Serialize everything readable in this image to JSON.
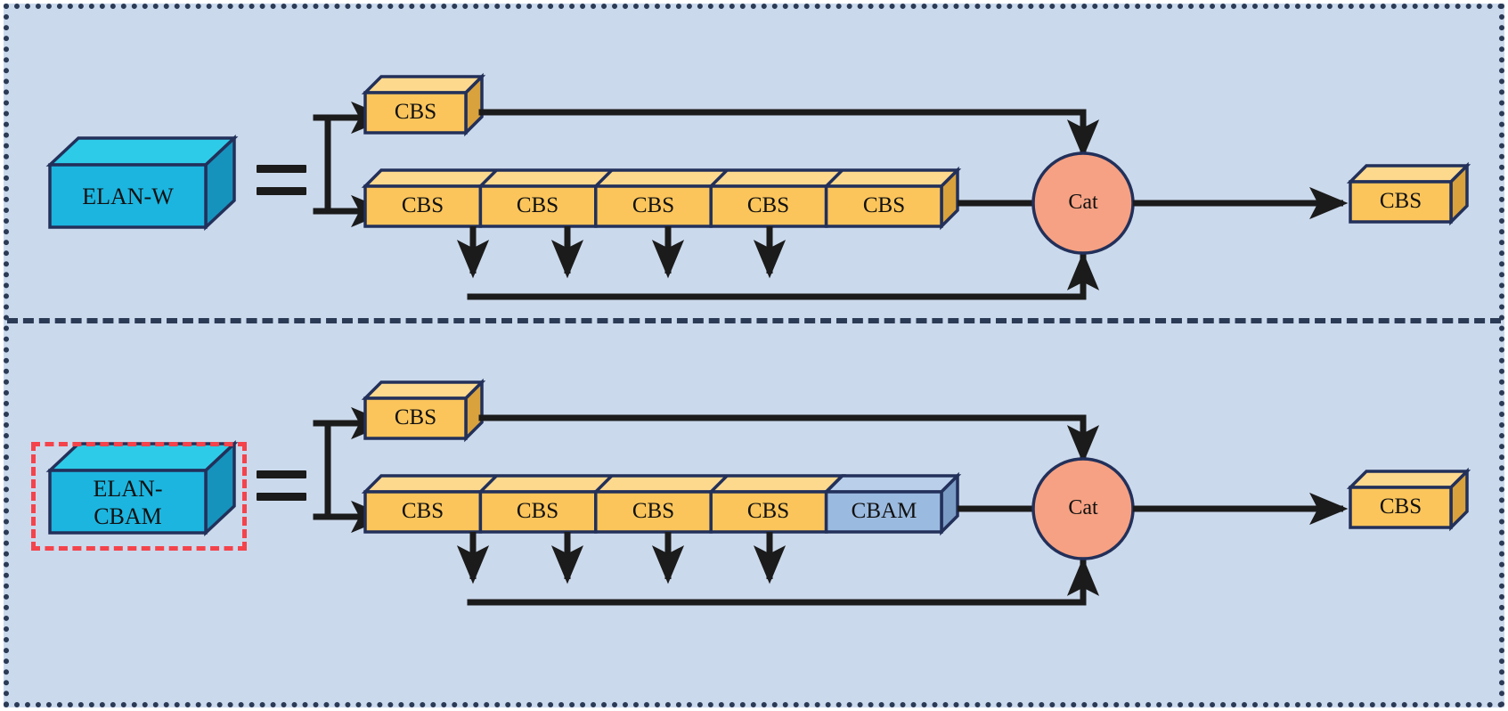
{
  "figure": {
    "background_color": "#cbd9ec",
    "frame_color": "#2b3a55",
    "highlight_color": "#f4434b",
    "colors": {
      "cbs_front": "#fbc55b",
      "cbs_top": "#fdd98e",
      "cbs_side": "#d9a23c",
      "elan_front": "#1cb5e0",
      "elan_top": "#2ecbe8",
      "elan_side": "#1593bd",
      "cbam_front": "#9bbadf",
      "cbam_top": "#b9cfea",
      "cbam_side": "#7b9cc4",
      "cat_fill": "#f6a183",
      "outline": "#22305a",
      "arrow": "#1b1b1b"
    }
  },
  "panels": [
    {
      "id": "elan-w",
      "module": {
        "label": "ELAN-W",
        "equals_sign": "=",
        "highlighted": false
      },
      "branch_top": [
        {
          "label": "CBS"
        }
      ],
      "branch_main": [
        {
          "label": "CBS"
        },
        {
          "label": "CBS"
        },
        {
          "label": "CBS"
        },
        {
          "label": "CBS"
        },
        {
          "label": "CBS"
        }
      ],
      "concat": {
        "label": "Cat"
      },
      "output": {
        "label": "CBS"
      },
      "taps": 4
    },
    {
      "id": "elan-cbam",
      "module": {
        "label": "ELAN-\nCBAM",
        "label_line1": "ELAN-",
        "label_line2": "CBAM",
        "equals_sign": "=",
        "highlighted": true
      },
      "branch_top": [
        {
          "label": "CBS"
        }
      ],
      "branch_main": [
        {
          "label": "CBS"
        },
        {
          "label": "CBS"
        },
        {
          "label": "CBS"
        },
        {
          "label": "CBS"
        },
        {
          "label": "CBAM"
        }
      ],
      "concat": {
        "label": "Cat"
      },
      "output": {
        "label": "CBS"
      },
      "taps": 4
    }
  ]
}
